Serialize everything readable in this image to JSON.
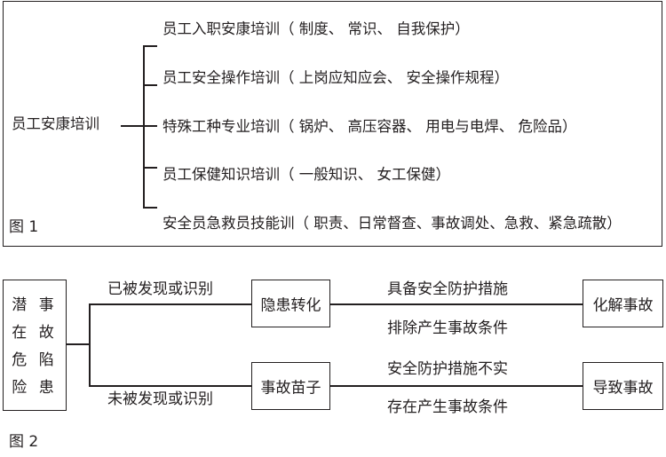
{
  "figure1": {
    "root": "员工安康培训",
    "items": [
      "员工入职安康培训（ 制度、  常识、  自我保护）",
      "员工安全操作培训（ 上岗应知应会、  安全操作规程）",
      "特殊工种专业培训（ 锅炉、  高压容器、  用电与电焊、  危险品）",
      "员工保健知识培训（ 一般知识、  女工保健）",
      "安全员急救员技能训（ 职责、日常督查、事故调处、急救、紧急疏散）"
    ],
    "label": "图 1"
  },
  "figure2": {
    "source_lines": [
      "潜 事",
      "在 故",
      "危 陷",
      "险 患"
    ],
    "upper_branch_label": "已被发现或识别",
    "lower_branch_label": "未被发现或识别",
    "mid_upper": "隐患转化",
    "mid_lower": "事故苗子",
    "upper_condition_top": "具备安全防护措施",
    "upper_condition_bottom": "排除产生事故条件",
    "lower_condition_top": "安全防护措施不实",
    "lower_condition_bottom": "存在产生事故条件",
    "result_upper": "化解事故",
    "result_lower": "导致事故",
    "label": "图 2"
  }
}
